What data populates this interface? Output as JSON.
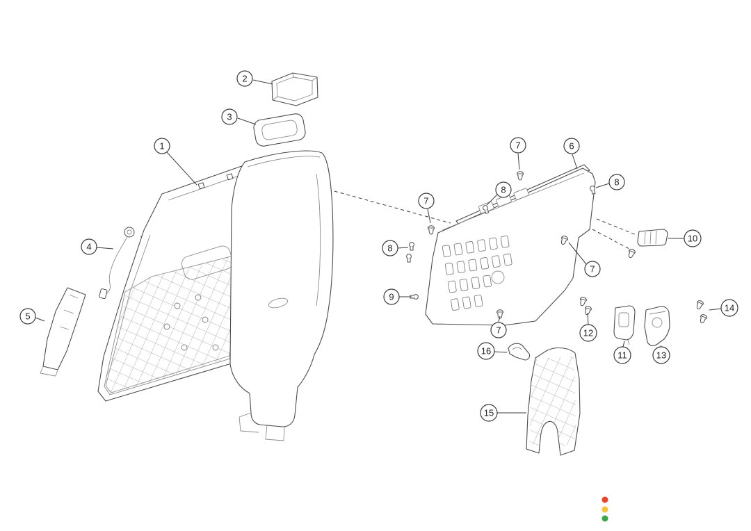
{
  "diagram": {
    "type": "exploded-parts-diagram",
    "line_color": "#4b4b4b",
    "callout_text_color": "#222222",
    "callouts": [
      {
        "label": "2"
      },
      {
        "label": "3"
      },
      {
        "label": "1"
      },
      {
        "label": "7"
      },
      {
        "label": "6"
      },
      {
        "label": "8"
      },
      {
        "label": "8"
      },
      {
        "label": "7"
      },
      {
        "label": "10"
      },
      {
        "label": "4"
      },
      {
        "label": "8"
      },
      {
        "label": "7"
      },
      {
        "label": "9"
      },
      {
        "label": "14"
      },
      {
        "label": "5"
      },
      {
        "label": "7"
      },
      {
        "label": "12"
      },
      {
        "label": "16"
      },
      {
        "label": "11"
      },
      {
        "label": "13"
      },
      {
        "label": "15"
      }
    ]
  },
  "status_dots": {
    "colors": [
      "#e8432d",
      "#f3c43c",
      "#3fa54a"
    ]
  }
}
